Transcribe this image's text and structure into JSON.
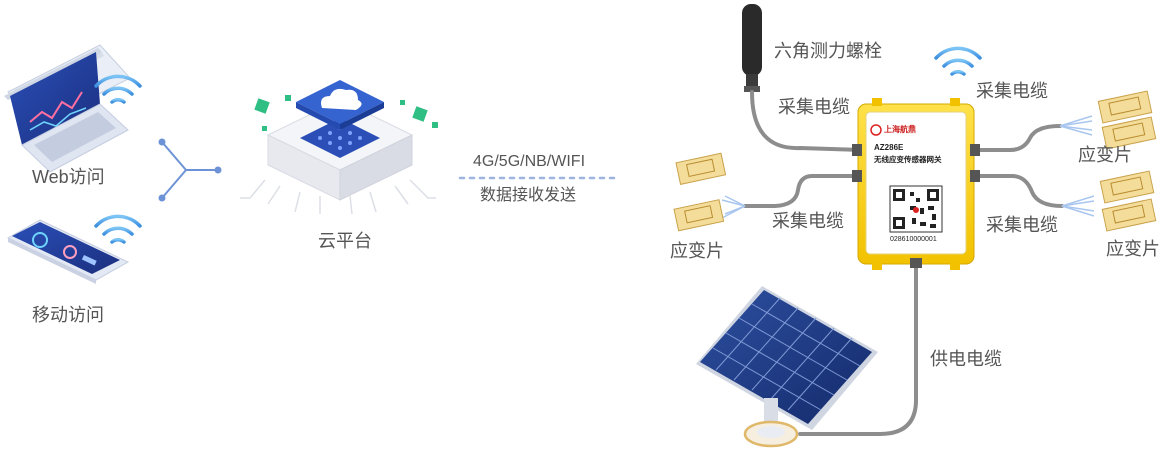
{
  "left": {
    "web_label": "Web访问",
    "mobile_label": "移动访问"
  },
  "cloud": {
    "label": "云平台"
  },
  "link": {
    "protocol": "4G/5G/NB/WIFI",
    "action": "数据接收发送"
  },
  "gateway": {
    "brand": "上海航鼎",
    "model": "AZ286E",
    "name": "无线应变传感器网关",
    "serial": "028610000001"
  },
  "labels": {
    "bolt": "六角测力螺栓",
    "cable_top_left": "采集电缆",
    "cable_top_right": "采集电缆",
    "cable_bottom_left": "采集电缆",
    "cable_bottom_right": "采集电缆",
    "strain_left": "应变片",
    "strain_right_top": "应变片",
    "strain_right_bottom": "应变片",
    "power_cable": "供电电缆"
  },
  "colors": {
    "accent_blue": "#3b6fd6",
    "dash": "#9db3e0",
    "device_yellow": "#f7d21a",
    "cable_gray": "#8a8a8a",
    "wifi_blue": "#5aa6ea"
  }
}
